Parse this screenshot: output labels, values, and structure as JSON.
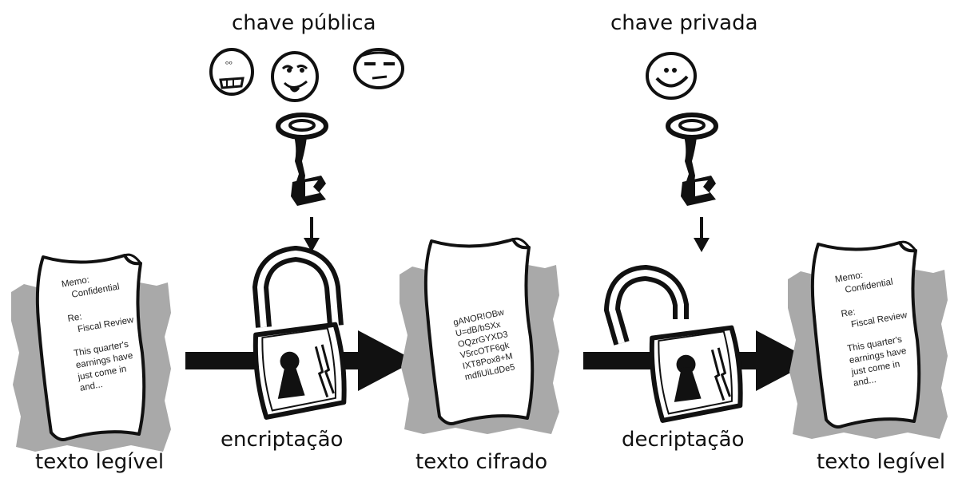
{
  "labels": {
    "public_key": "chave pública",
    "private_key": "chave privada",
    "encryption": "encriptação",
    "decryption": "decriptação",
    "plaintext_left": "texto legível",
    "ciphertext": "texto cifrado",
    "plaintext_right": "texto legível"
  },
  "documents": {
    "plain_left": [
      "Memo:",
      "Confidential",
      "",
      "Re:",
      "Fiscal Review",
      "",
      "This quarter's",
      "earnings have",
      "just come in",
      "and..."
    ],
    "cipher": [
      "gANOR!OBw",
      "U=dB/bSXx",
      "OQzrGYXD3",
      "V5rcOTF6gk",
      "IXT8Pox8+M",
      "mdfiUiLdDe5"
    ],
    "plain_right": [
      "Memo:",
      "Confidential",
      "",
      "Re:",
      "Fiscal Review",
      "",
      "This quarter's",
      "earnings have",
      "just come in",
      "and..."
    ]
  },
  "colors": {
    "ink": "#111111",
    "shadow": "#a9a9a9",
    "paper": "#ffffff"
  },
  "icons": [
    "face-icon",
    "key-icon",
    "padlock-closed-icon",
    "padlock-open-icon",
    "document-icon",
    "arrow-icon"
  ]
}
